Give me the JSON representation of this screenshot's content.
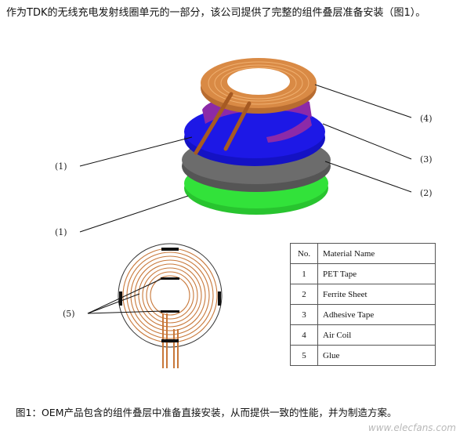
{
  "intro_text": "作为TDK的无线充电发射线圈单元的一部分，该公司提供了完整的组件叠层准备安装（图1）。",
  "caption_text": "图1：OEM产品包含的组件叠层中准备直接安装，从而提供一致的性能，并为制造方案。",
  "callouts": {
    "layer_1_upper": "(1)",
    "layer_1_lower": "(1)",
    "layer_2": "(2)",
    "layer_3": "(3)",
    "layer_4": "(4)",
    "glue_5": "(5)"
  },
  "table": {
    "header_no": "No.",
    "header_name": "Material Name",
    "rows": [
      {
        "no": "1",
        "name": "PET Tape"
      },
      {
        "no": "2",
        "name": "Ferrite Sheet"
      },
      {
        "no": "3",
        "name": "Adhesive Tape"
      },
      {
        "no": "4",
        "name": "Air Coil"
      },
      {
        "no": "5",
        "name": "Glue"
      }
    ]
  },
  "watermark": "www.elecfans.com",
  "colors": {
    "pet_tape": "#32e23a",
    "ferrite": "#666666",
    "adhesive": "#1d18e6",
    "purple_tape": "#8c2aa8",
    "coil": "#c8783a"
  }
}
